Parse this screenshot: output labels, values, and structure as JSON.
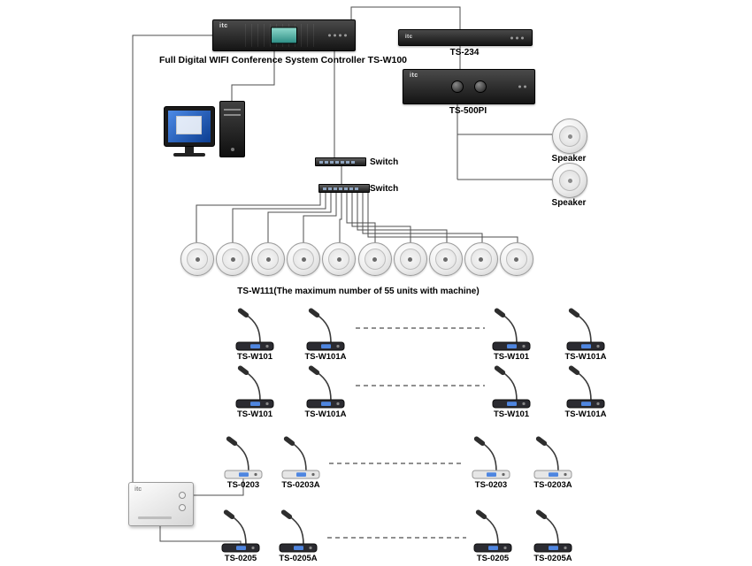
{
  "diagram": {
    "controller": {
      "label": "Full Digital WIFI Conference System Controller TS-W100",
      "logo": "itc"
    },
    "ts234": {
      "label": "TS-234",
      "logo": "itc"
    },
    "ts500pi": {
      "label": "TS-500PI",
      "logo": "itc"
    },
    "speaker_top": {
      "label": "Speaker"
    },
    "speaker_bottom": {
      "label": "Speaker"
    },
    "switch_top": {
      "label": "Switch"
    },
    "switch_bottom": {
      "label": "Switch"
    },
    "ceiling_units": {
      "label": "TS-W111(The maximum number of 55 units with machine)",
      "count": 10
    },
    "extension_box": {
      "logo": "itc"
    }
  },
  "mic_rows": [
    {
      "items": [
        "TS-W101",
        "TS-W101A",
        "TS-W101",
        "TS-W101A"
      ]
    },
    {
      "items": [
        "TS-W101",
        "TS-W101A",
        "TS-W101",
        "TS-W101A"
      ]
    },
    {
      "items": [
        "TS-0203",
        "TS-0203A",
        "TS-0203",
        "TS-0203A"
      ]
    },
    {
      "items": [
        "TS-0205",
        "TS-0205A",
        "TS-0205",
        "TS-0205A"
      ]
    }
  ],
  "colors": {
    "wire": "#4d4d4d",
    "screen_blue": "#4f86e0",
    "controller_screen": "#3aa79b"
  }
}
